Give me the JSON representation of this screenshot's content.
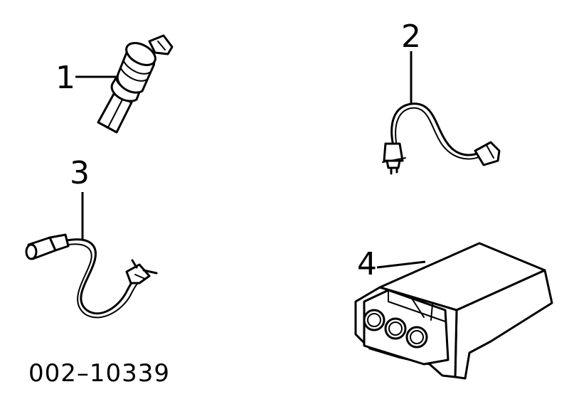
{
  "diagram": {
    "callouts": [
      {
        "id": "1",
        "label": "1"
      },
      {
        "id": "2",
        "label": "2"
      },
      {
        "id": "3",
        "label": "3"
      },
      {
        "id": "4",
        "label": "4"
      }
    ],
    "part_number": "002–10339"
  },
  "colors": {
    "ink": "#000000",
    "background": "#ffffff"
  }
}
